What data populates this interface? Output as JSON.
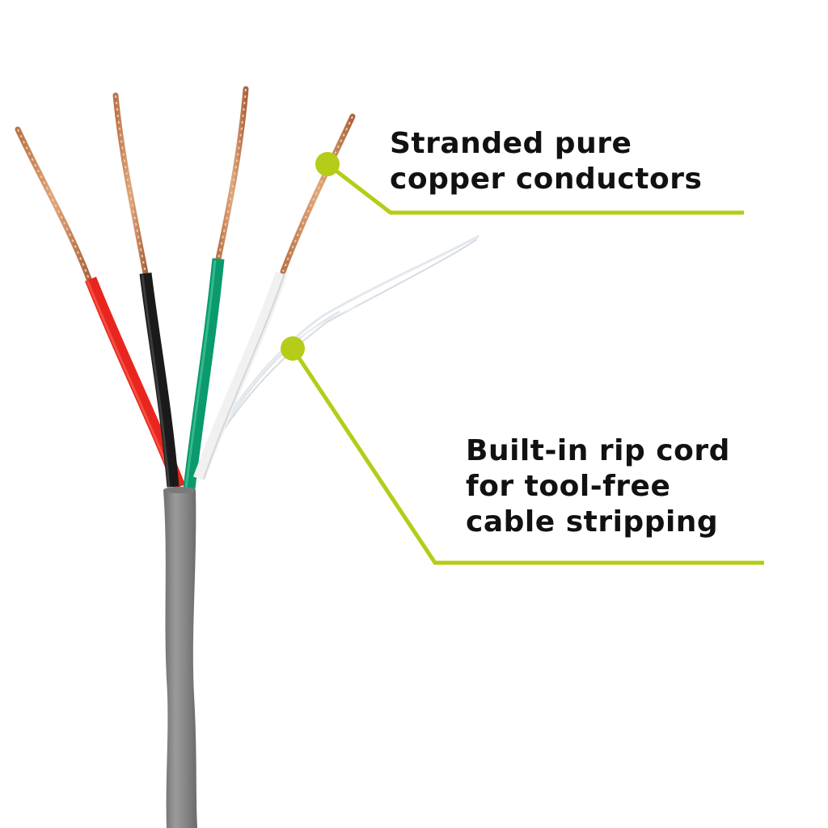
{
  "callouts": [
    {
      "lines": [
        "Stranded pure",
        "copper conductors"
      ]
    },
    {
      "lines": [
        "Built-in rip cord",
        "for tool-free",
        "cable stripping"
      ]
    }
  ],
  "colors": {
    "accent": "#b5cc18",
    "jacket": "#8a8a8a",
    "copper": "#c98a5a",
    "wire_red": "#e8261f",
    "wire_black": "#1a1a1a",
    "wire_green": "#0b9a6d",
    "wire_white": "#f4f4f4",
    "text": "#111111"
  },
  "wire_colors": [
    "red",
    "black",
    "green",
    "white"
  ]
}
